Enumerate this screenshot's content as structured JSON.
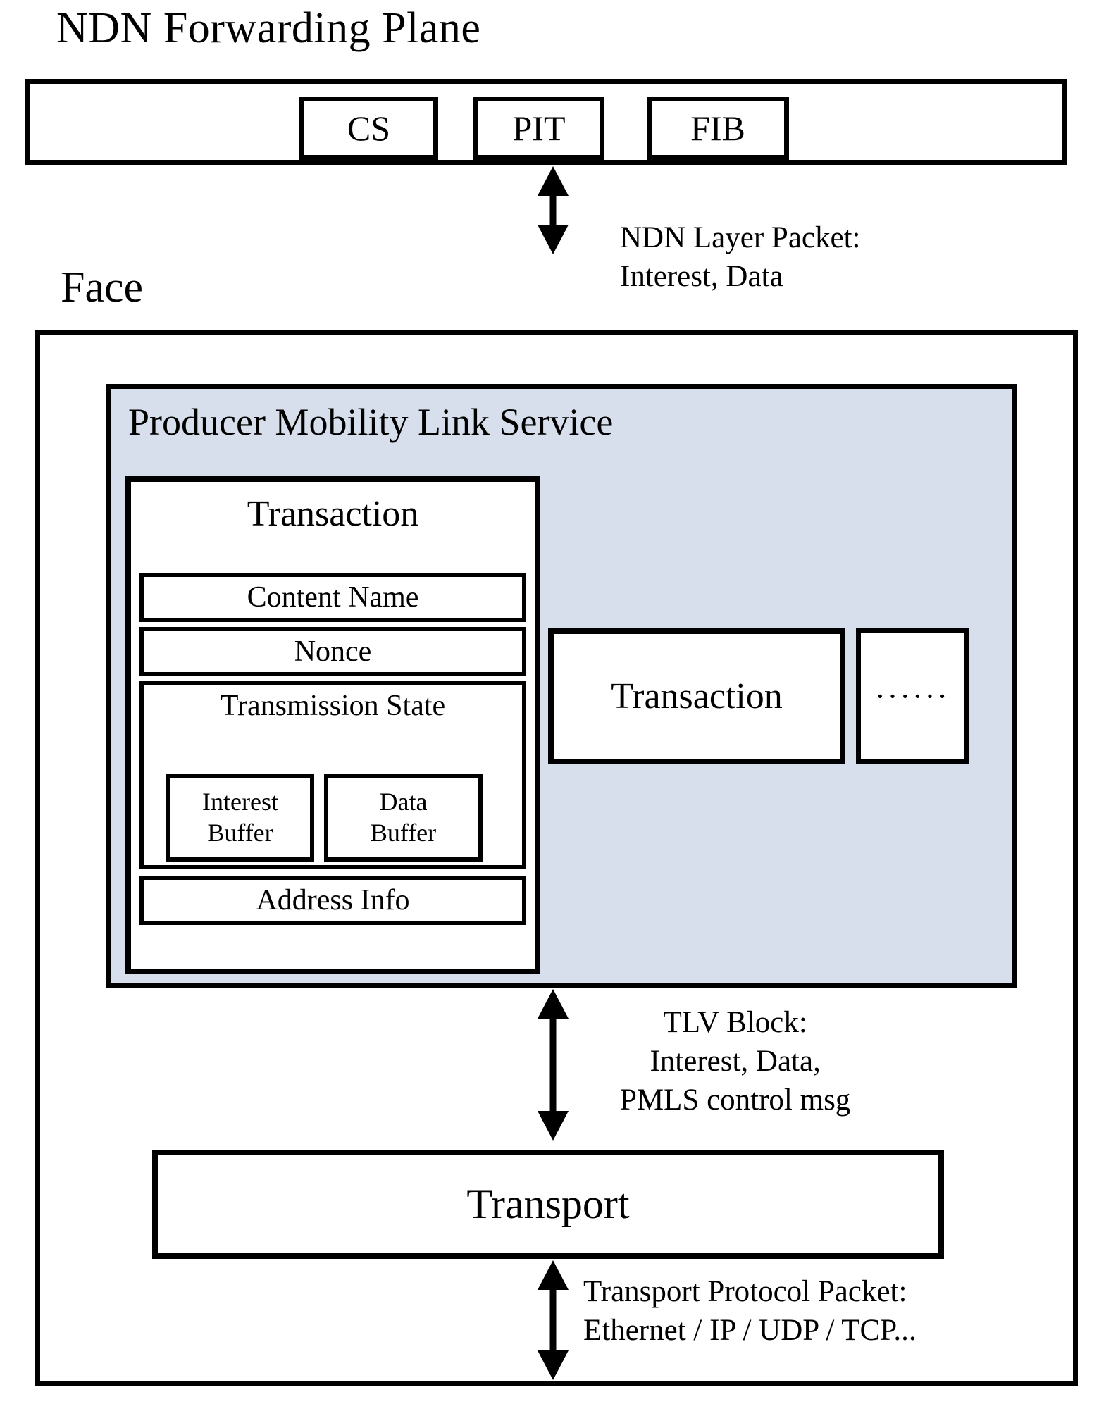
{
  "diagram": {
    "title_ndn_plane": "NDN Forwarding Plane",
    "title_face": "Face",
    "accent_panel_color": "#d6dfeb",
    "stroke_color": "#000000",
    "background_color": "#ffffff"
  },
  "ndn_plane": {
    "tables": [
      {
        "label": "CS"
      },
      {
        "label": "PIT"
      },
      {
        "label": "FIB"
      }
    ]
  },
  "pmls": {
    "title": "Producer Mobility Link Service",
    "transaction_main": {
      "title": "Transaction",
      "fields": [
        {
          "label": "Content Name"
        },
        {
          "label": "Nonce"
        }
      ],
      "transmission_state": {
        "title": "Transmission State",
        "buffers": [
          {
            "line1": "Interest",
            "line2": "Buffer"
          },
          {
            "line1": "Data",
            "line2": "Buffer"
          }
        ]
      },
      "address_info": {
        "label": "Address Info"
      }
    },
    "transaction_collapsed": {
      "label": "Transaction"
    },
    "transaction_ellipsis": {
      "label": "······"
    }
  },
  "transport": {
    "label": "Transport"
  },
  "arrows": {
    "ndn_layer_packet": {
      "line1": "NDN Layer Packet:",
      "line2": "Interest, Data"
    },
    "tlv_block": {
      "line1": "TLV Block:",
      "line2": "Interest, Data,",
      "line3": "PMLS control msg"
    },
    "transport_protocol_packet": {
      "line1": "Transport Protocol Packet:",
      "line2": "Ethernet / IP / UDP / TCP..."
    }
  }
}
